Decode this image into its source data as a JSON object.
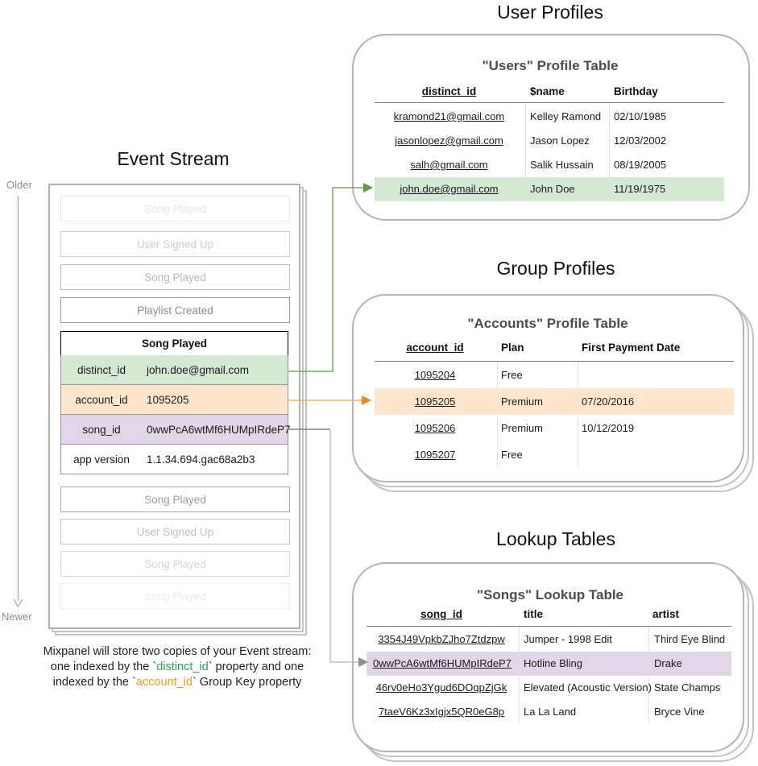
{
  "event_stream": {
    "title": "Event Stream",
    "older_label": "Older",
    "newer_label": "Newer",
    "events_before": [
      "Song Played",
      "User Signed Up",
      "Song Played",
      "Playlist Created"
    ],
    "card": {
      "title": "Song Played",
      "rows": [
        {
          "key": "distinct_id",
          "value": "john.doe@gmail.com",
          "highlight": "green"
        },
        {
          "key": "account_id",
          "value": "1095205",
          "highlight": "orange"
        },
        {
          "key": "song_id",
          "value": "0wwPcA6wtMf6HUMpIRdeP7",
          "highlight": "purple"
        },
        {
          "key": "app version",
          "value": "1.1.34.694.gac68a2b3",
          "highlight": "none"
        }
      ]
    },
    "events_after": [
      "Song Played",
      "User Signed Up",
      "Song Played",
      "Song Played"
    ],
    "caption": {
      "line1": "Mixpanel will store two copies of your Event stream:",
      "line2_pre": "one indexed by the `",
      "line2_key": "distinct_id",
      "line2_post": "` property and one",
      "line3_pre": "indexed by the `",
      "line3_key": "account_id",
      "line3_post": "` Group Key property"
    }
  },
  "user_profiles": {
    "title": "User Profiles",
    "table_title": "\"Users\" Profile Table",
    "columns": [
      "distinct_id",
      "$name",
      "Birthday"
    ],
    "rows": [
      {
        "distinct_id": "kramond21@gmail.com",
        "name": "Kelley Ramond",
        "birthday": "02/10/1985",
        "highlight": false
      },
      {
        "distinct_id": "jasonlopez@gmail.com",
        "name": "Jason Lopez",
        "birthday": "12/03/2002",
        "highlight": false
      },
      {
        "distinct_id": "salh@gmail.com",
        "name": "Salik Hussain",
        "birthday": "08/19/2005",
        "highlight": false
      },
      {
        "distinct_id": "john.doe@gmail.com",
        "name": "John Doe",
        "birthday": "11/19/1975",
        "highlight": true
      }
    ]
  },
  "group_profiles": {
    "title": "Group Profiles",
    "table_title": "\"Accounts\" Profile Table",
    "columns": [
      "account_id",
      "Plan",
      "First Payment Date"
    ],
    "rows": [
      {
        "account_id": "1095204",
        "plan": "Free",
        "first_payment_date": "",
        "highlight": false
      },
      {
        "account_id": "1095205",
        "plan": "Premium",
        "first_payment_date": "07/20/2016",
        "highlight": true
      },
      {
        "account_id": "1095206",
        "plan": "Premium",
        "first_payment_date": "10/12/2019",
        "highlight": false
      },
      {
        "account_id": "1095207",
        "plan": "Free",
        "first_payment_date": "",
        "highlight": false
      }
    ]
  },
  "lookup_tables": {
    "title": "Lookup Tables",
    "table_title": "\"Songs\" Lookup Table",
    "columns": [
      "song_id",
      "title",
      "artist"
    ],
    "rows": [
      {
        "song_id": "3354J49VpkbZJho7Ztdzpw",
        "title": "Jumper - 1998 Edit",
        "artist": "Third Eye Blind",
        "highlight": false
      },
      {
        "song_id": "0wwPcA6wtMf6HUMpIRdeP7",
        "title": "Hotline Bling",
        "artist": "Drake",
        "highlight": true
      },
      {
        "song_id": "46rv0eHo3Ygud6DOqpZjGk",
        "title": "Elevated (Acoustic Version)",
        "artist": "State Champs",
        "highlight": false
      },
      {
        "song_id": "7taeV6Kz3xIgjx5QR0eG8p",
        "title": "La La Land",
        "artist": "Bryce Vine",
        "highlight": false
      }
    ]
  },
  "colors": {
    "highlight_green": "#d5e8d4",
    "highlight_orange": "#ffe6cc",
    "highlight_purple": "#e1d5e7",
    "arrow_green": "#78a95f",
    "arrow_orange": "#edb167",
    "arrow_purple": "#c6b5d8",
    "arrow_gray": "#8f8f8f",
    "caption_green": "#27a353",
    "caption_orange": "#f59b20"
  }
}
